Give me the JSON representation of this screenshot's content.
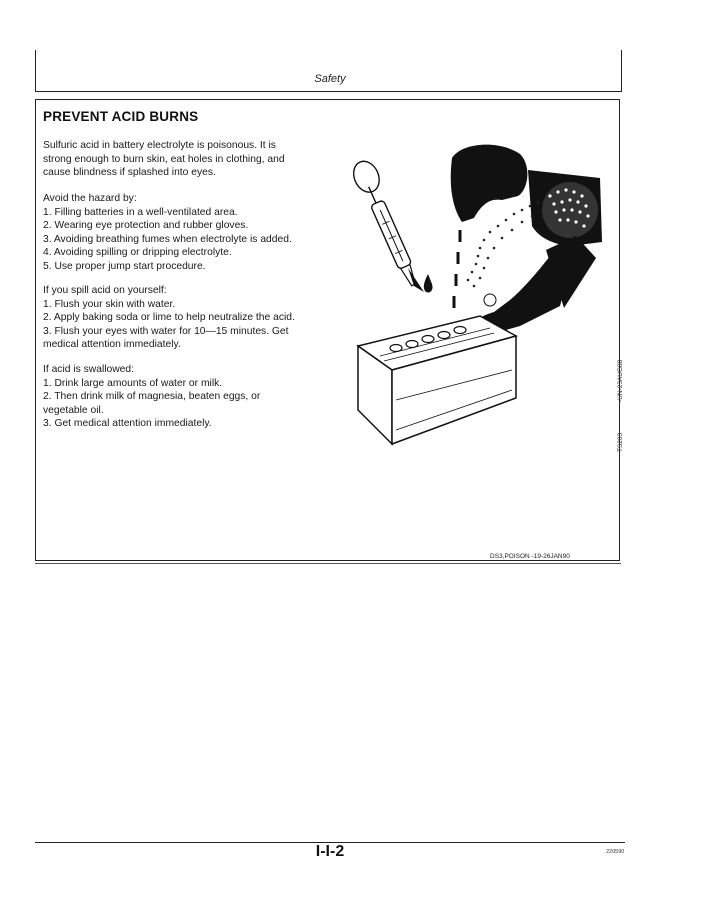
{
  "header": {
    "section": "Safety"
  },
  "title": "PREVENT ACID BURNS",
  "intro": [
    "Sulfuric acid in battery electrolyte is poisonous. It is",
    "strong enough to burn skin, eat holes in clothing, and",
    "cause blindness if splashed into eyes."
  ],
  "avoid": {
    "heading": "Avoid the hazard by:",
    "items": [
      "1. Filling batteries in a well-ventilated area.",
      "2. Wearing eye protection and rubber gloves.",
      "3. Avoiding breathing fumes when electrolyte is added.",
      "4. Avoiding spilling or dripping electrolyte.",
      "5. Use proper jump start procedure."
    ]
  },
  "spill": {
    "heading": "If you spill acid on yourself:",
    "items": [
      "1. Flush your skin with water.",
      "2. Apply baking soda or lime to help neutralize the acid.",
      "3. Flush your eyes with water for 10—15 minutes. Get",
      "medical attention immediately."
    ]
  },
  "swallow": {
    "heading": "If acid is swallowed:",
    "items": [
      "1. Drink large amounts of water or milk.",
      "2. Then drink milk of magnesia, beaten eggs, or",
      "vegetable oil.",
      "3. Get medical attention immediately."
    ]
  },
  "illustration": {
    "icon": "battery-acid-hazard-illustration"
  },
  "side_codes": {
    "code1": "-UN-23AUG88",
    "code2": "TS203"
  },
  "box_footer_code": "DS3,POISON    -19-26JAN90",
  "footer": {
    "page_number": "I-I-2",
    "code": "220590"
  }
}
